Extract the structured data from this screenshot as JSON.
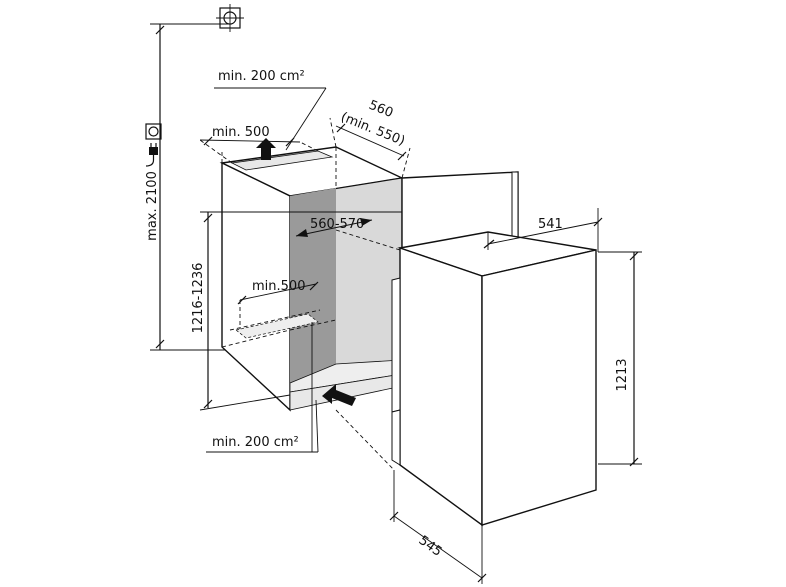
{
  "dimensions": {
    "max_height_niche": "max. 2100",
    "niche_height_range": "1216-1236",
    "niche_width_range": "560-570",
    "niche_depth": "560",
    "niche_depth_min": "(min. 550)",
    "top_vent_depth": "min. 500",
    "inner_vent_depth": "min.500",
    "appliance_width": "541",
    "appliance_height": "1213",
    "appliance_depth": "545"
  },
  "ventilation": {
    "top_area": "min. 200 cm²",
    "bottom_area": "min. 200 cm²"
  },
  "icons": {
    "top_symbol": "installation-symbol",
    "socket": "power-socket",
    "plug": "power-plug"
  }
}
